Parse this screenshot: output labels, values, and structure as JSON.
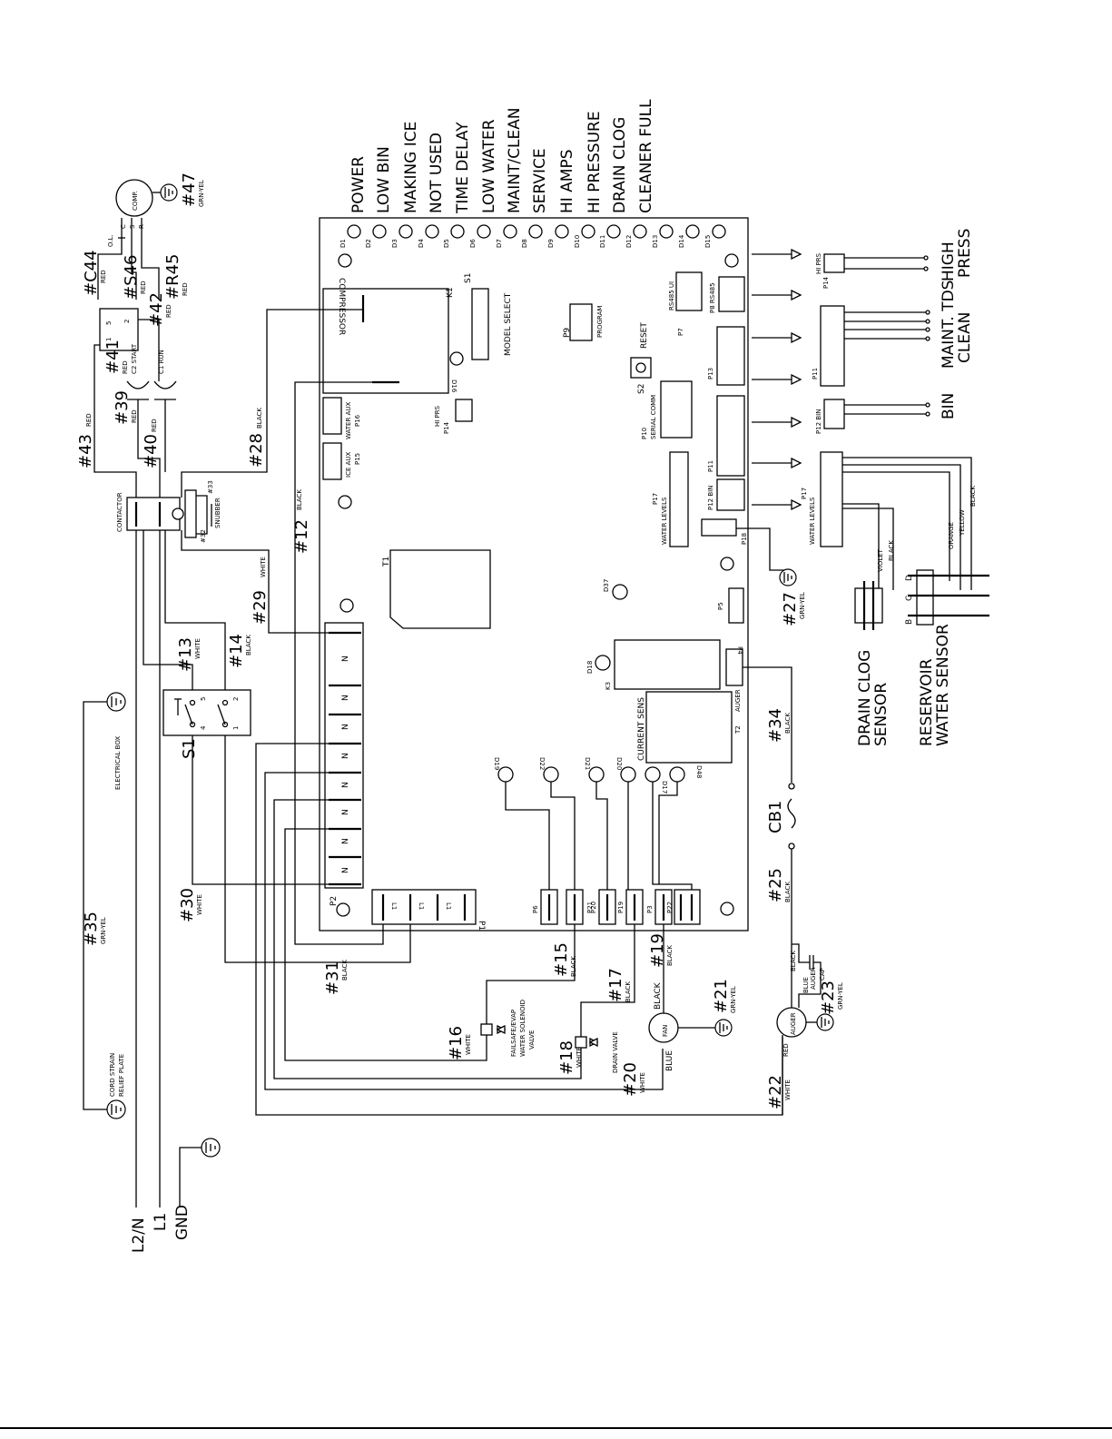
{
  "indicators": [
    "POWER",
    "LOW BIN",
    "MAKING ICE",
    "NOT USED",
    "TIME DELAY",
    "LOW WATER",
    "MAINT/CLEAN",
    "SERVICE",
    "HI AMPS",
    "HI PRESSURE",
    "DRAIN CLOG",
    "CLEANER FULL"
  ],
  "leds": [
    "D1",
    "D2",
    "D3",
    "D4",
    "D5",
    "D6",
    "D7",
    "D8",
    "D9",
    "D10",
    "D11",
    "D12",
    "D13",
    "D14",
    "D15"
  ],
  "board": {
    "compressor": "COMPRESSOR",
    "k1": "K1",
    "s1_sw": "S1",
    "model_select": "MODEL SELECT",
    "d16": "D16",
    "p9": "P9",
    "program": "PROGRAM",
    "reset": "RESET",
    "s2": "S2",
    "rs485ui": "RS485 UI",
    "p7": "P7",
    "p8": "P8 RS485",
    "p13": "P13",
    "p10": "P10",
    "serial_comm": "SERIAL COMM",
    "hi_prs": "HI PRS",
    "p14": "P14",
    "water_aux": "WATER AUX",
    "p16": "P16",
    "ice_aux": "ICE AUX",
    "p15": "P15",
    "p11": "P11",
    "p12bin": "P12 BIN",
    "p17": "P17",
    "water_levels": "WATER LEVELS",
    "p18": "P18",
    "t1": "T1",
    "d37": "D37",
    "p5": "P5",
    "d18": "D18",
    "k3": "K3",
    "p4": "P4",
    "auger": "AUGER",
    "current_sens": "CURRENT SENS",
    "t2": "T2",
    "d19": "D19",
    "d22": "D22",
    "d21": "D21",
    "d20": "D20",
    "d17": "D17",
    "d48": "D48",
    "p2": "P2",
    "p1": "P1",
    "p6": "P6",
    "p21": "P21",
    "p20": "P20",
    "p19": "P19",
    "p3": "P3",
    "p22": "P22",
    "n": "N",
    "l1": "L1"
  },
  "wires": {
    "w47": "#47",
    "w47c": "GRN-YEL",
    "comp": "COMP.",
    "ol": "O.L.",
    "csr": [
      "C",
      "S",
      "R"
    ],
    "wc44": "#C44",
    "wc44c": "RED",
    "ws46": "#S46",
    "ws46c": "RED",
    "wr45": "#R45",
    "wr45c": "RED",
    "w42": "#42",
    "w42c": "RED",
    "w41": "#41",
    "w41c": "RED",
    "c2": "C2 START",
    "c1": "C1 RUN",
    "w39": "#39",
    "w39c": "RED",
    "w43": "#43",
    "w43c": "RED",
    "w40": "#40",
    "w40c": "RED",
    "w28": "#28",
    "w28c": "BLACK",
    "w12": "#12",
    "w12c": "BLACK",
    "w29": "#29",
    "w29c": "WHITE",
    "contactor": "CONTACTOR",
    "snubber": "SNUBBER",
    "n33": "#33",
    "n32": "#32",
    "w13": "#13",
    "w13c": "WHITE",
    "w14": "#14",
    "w14c": "BLACK",
    "s1": "S1",
    "sw": [
      "5",
      "2",
      "4",
      "1"
    ],
    "elec_box": "ELECTRICAL BOX",
    "w35": "#35",
    "w35c": "GRN-YEL",
    "w30": "#30",
    "w30c": "WHITE",
    "w31": "#31",
    "w31c": "BLACK",
    "w15": "#15",
    "w15c": "BLACK",
    "w16": "#16",
    "w16c": "WHITE",
    "solenoid": [
      "FAILSAFE/EVAP",
      "WATER SOLENOID",
      "VALVE"
    ],
    "w17": "#17",
    "w17c": "BLACK",
    "w18": "#18",
    "w18c": "WHITE",
    "drain_valve": "DRAIN VALVE",
    "w19": "#19",
    "w19c": "BLACK",
    "fan": "FAN",
    "black": "BLACK",
    "blue": "BLUE",
    "w21": "#21",
    "w21c": "GRN-YEL",
    "w20": "#20",
    "w20c": "WHITE",
    "cord": [
      "CORD STRAIN",
      "RELIEF PLATE"
    ],
    "w34": "#34",
    "w34c": "BLACK",
    "cb1": "CB1",
    "w25": "#25",
    "w25c": "BLACK",
    "w27": "#27",
    "w27c": "GRN-YEL",
    "auger_motor": "AUGER",
    "auger_cap": [
      "AUGER",
      "CAP"
    ],
    "red": "RED",
    "w23": "#23",
    "w23c": "GRN-YEL",
    "w22": "#22",
    "w22c": "WHITE",
    "line": [
      "L2/N",
      "L1",
      "GND"
    ]
  },
  "right": {
    "hi_prs": "HI PRS",
    "p14": "P14",
    "high_press": [
      "HIGH",
      "PRESS"
    ],
    "p11": "P11",
    "maint_tds": [
      "MAINT. TDS",
      "CLEAN"
    ],
    "p12bin": "P12 BIN",
    "bin": "BIN",
    "p17": "P17",
    "water_levels": "WATER LEVELS",
    "violet": "VIOLET",
    "black": "BLACK",
    "orange": "ORANGE",
    "yellow": "YELLOW",
    "bcd": [
      "B",
      "C",
      "D"
    ],
    "drain_clog": [
      "DRAIN CLOG",
      "SENSOR"
    ],
    "reservoir": [
      "RESERVOIR",
      "WATER SENSOR"
    ]
  }
}
